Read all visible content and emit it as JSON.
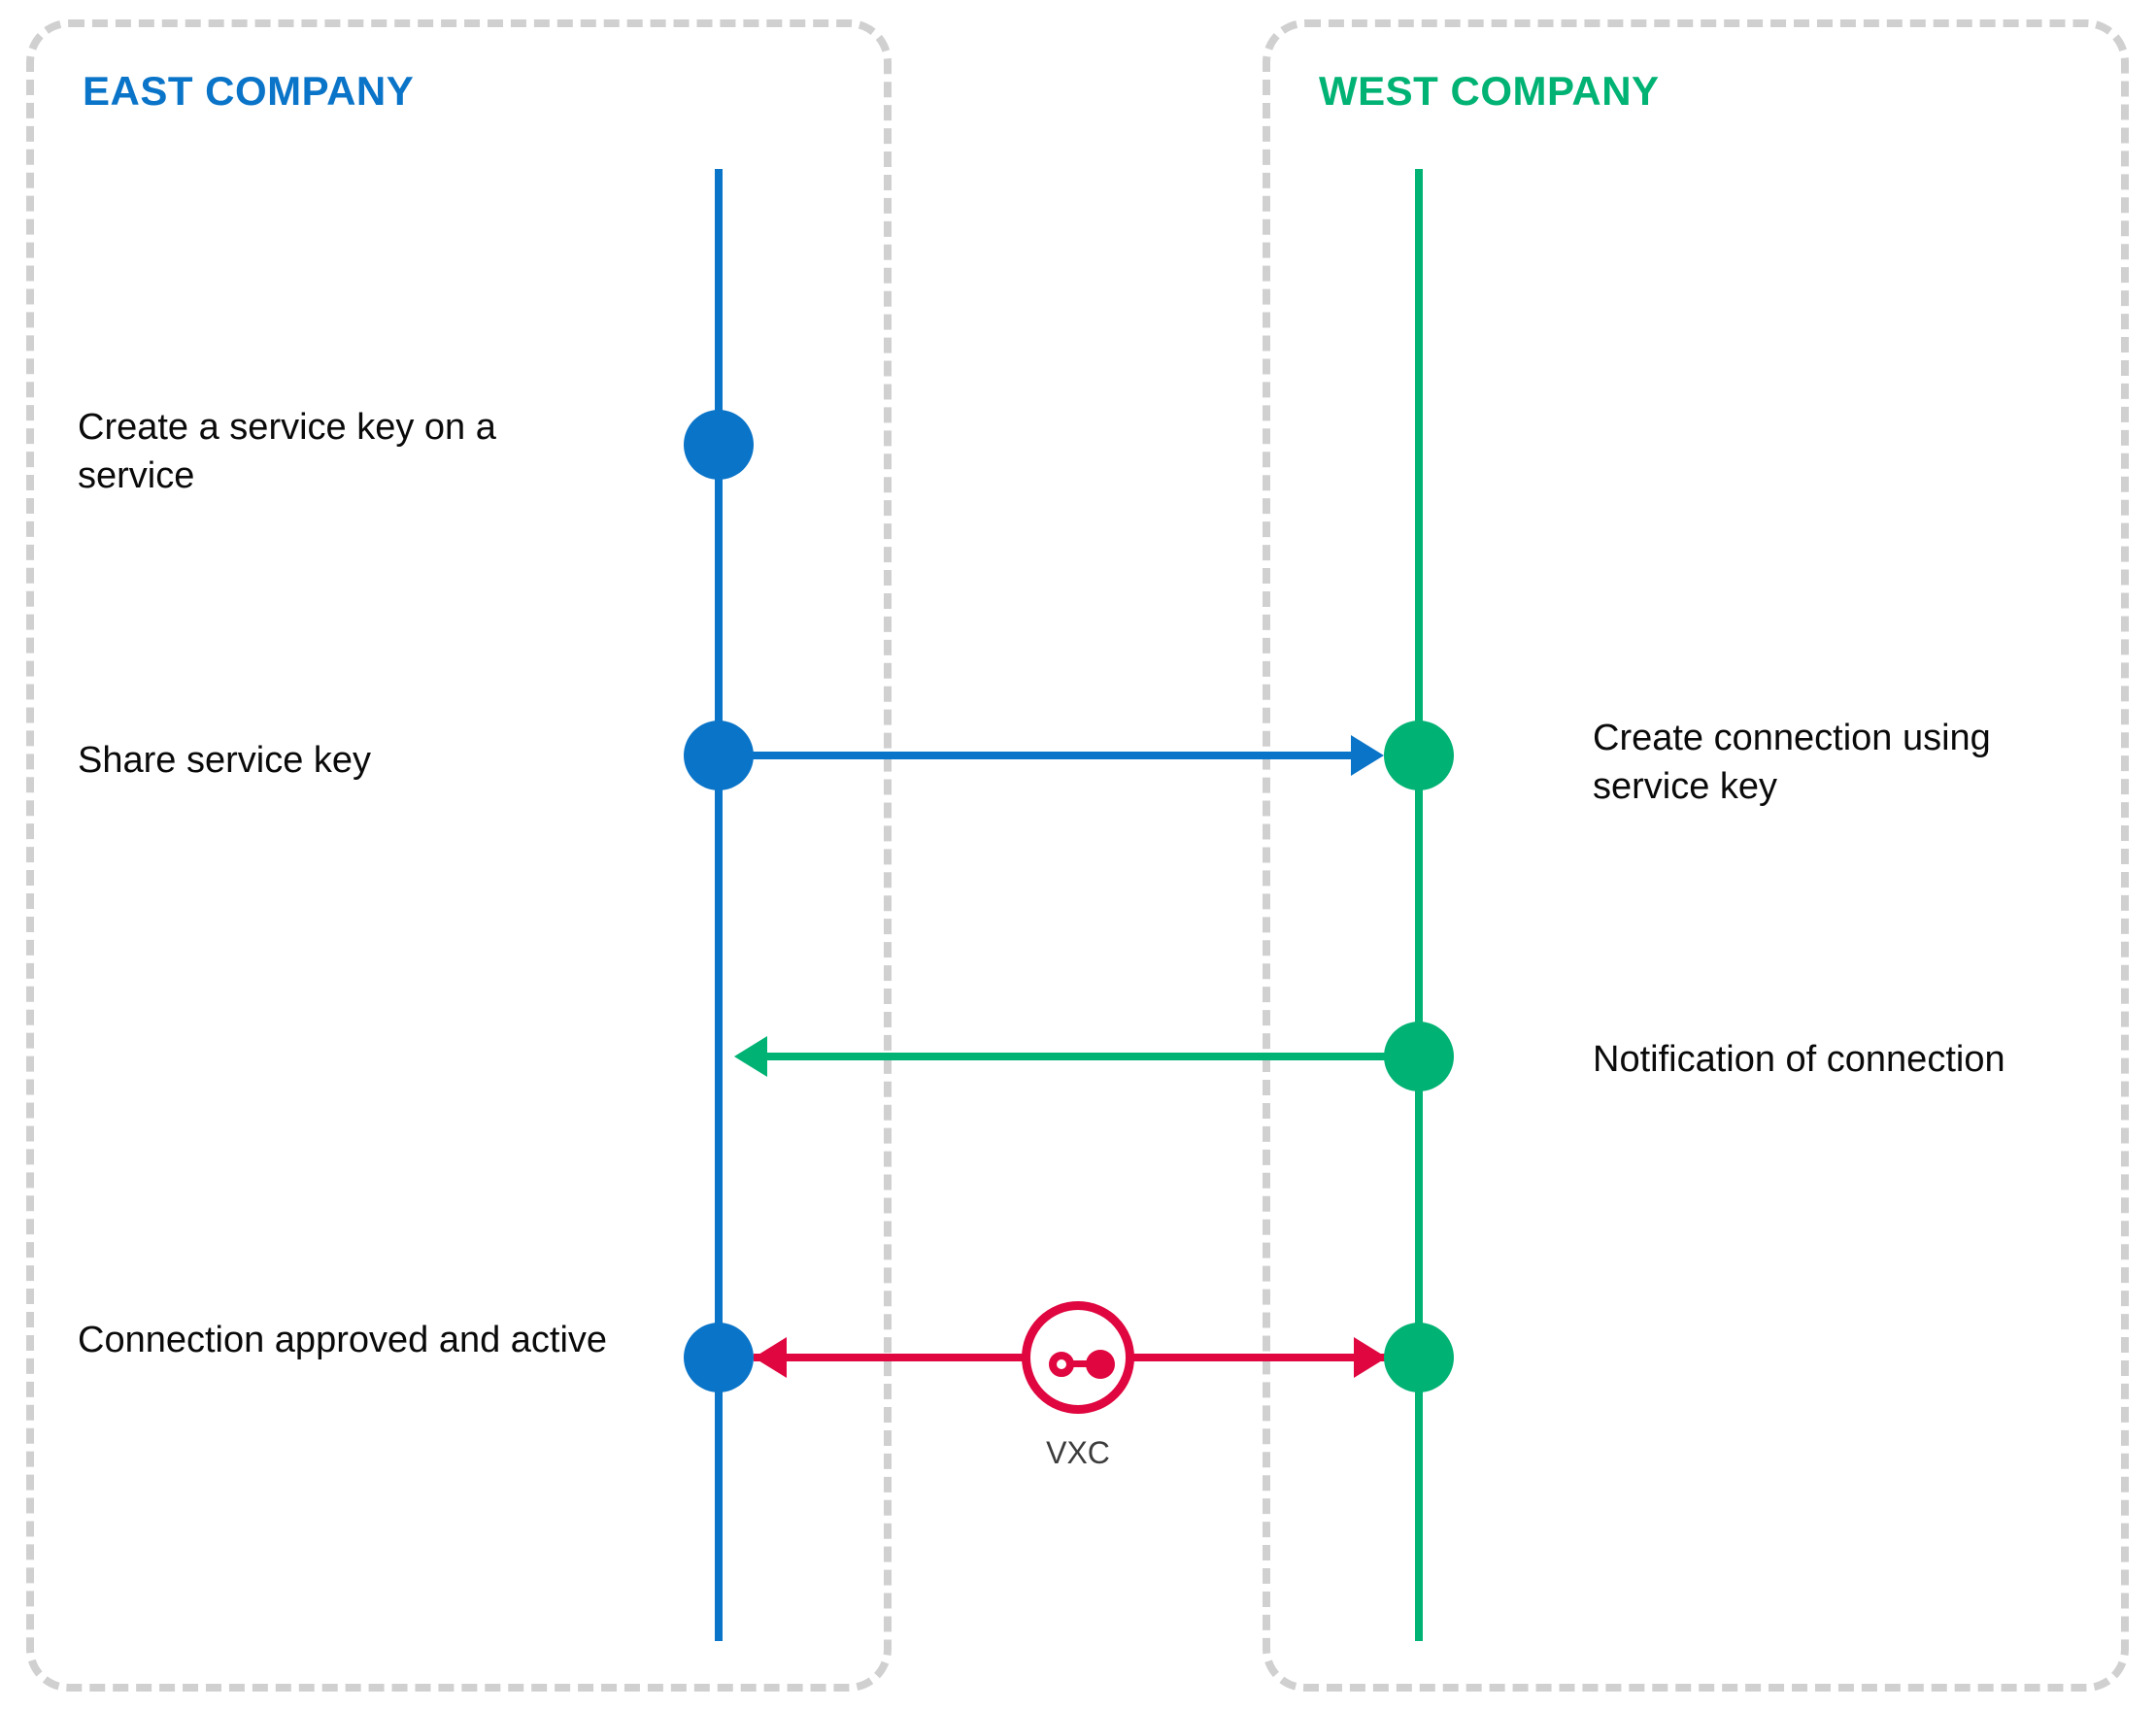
{
  "diagram": {
    "title_hidden": "",
    "zones": [
      {
        "id": "east",
        "label": "EAST COMPANY",
        "color": "#0a74c8"
      },
      {
        "id": "west",
        "label": "WEST COMPANY",
        "color": "#00b273"
      }
    ],
    "steps": {
      "create_service_key": "Create a service key on a service",
      "share_service_key": "Share service key",
      "create_connection": "Create connection using service key",
      "notification_of_connection": "Notification of connection",
      "connection_approved": "Connection approved and active"
    },
    "vxc": {
      "label": "VXC",
      "color": "#e0063f",
      "icon": "vxc-connection-icon"
    },
    "colors": {
      "east_accent": "#0a74c8",
      "west_accent": "#00b273",
      "vxc_accent": "#e0063f",
      "zone_border": "#d0d0d0",
      "text": "#0a0a0a"
    }
  }
}
